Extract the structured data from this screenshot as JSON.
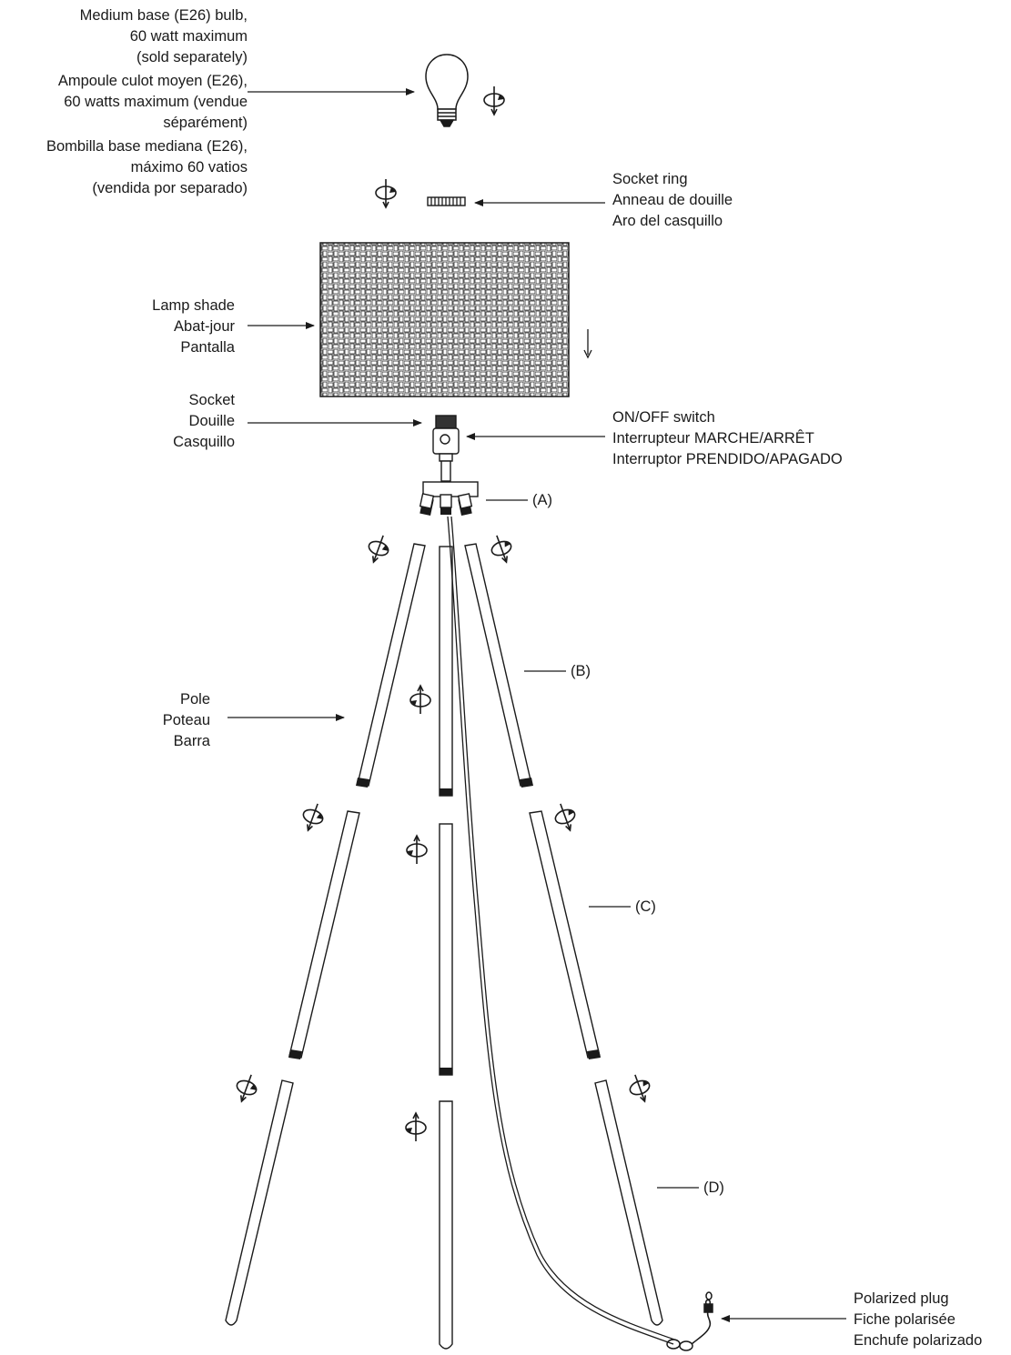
{
  "labels": {
    "bulb": {
      "en": [
        "Medium base (E26) bulb,",
        "60 watt maximum",
        "(sold separately)"
      ],
      "fr": [
        "Ampoule culot moyen (E26),",
        "60 watts maximum (vendue",
        "séparément)"
      ],
      "es": [
        "Bombilla base mediana (E26),",
        "máximo 60 vatios",
        "(vendida por separado)"
      ]
    },
    "socket_ring": [
      "Socket ring",
      "Anneau de douille",
      "Aro del casquillo"
    ],
    "lamp_shade": [
      "Lamp shade",
      "Abat-jour",
      "Pantalla"
    ],
    "socket": [
      "Socket",
      "Douille",
      "Casquillo"
    ],
    "switch": [
      "ON/OFF switch",
      "Interrupteur MARCHE/ARRÊT",
      "Interruptor PRENDIDO/APAGADO"
    ],
    "pole": [
      "Pole",
      "Poteau",
      "Barra"
    ],
    "plug": [
      "Polarized plug",
      "Fiche polarisée",
      "Enchufe polarizado"
    ],
    "part_a": "(A)",
    "part_b": "(B)",
    "part_c": "(C)",
    "part_d": "(D)"
  },
  "icons": {
    "rotate": "rotate-arrow-icon",
    "bulb": "light-bulb-icon",
    "ring": "socket-ring-icon",
    "plug": "plug-icon"
  },
  "colors": {
    "line": "#1a1a1a",
    "background": "#ffffff"
  }
}
